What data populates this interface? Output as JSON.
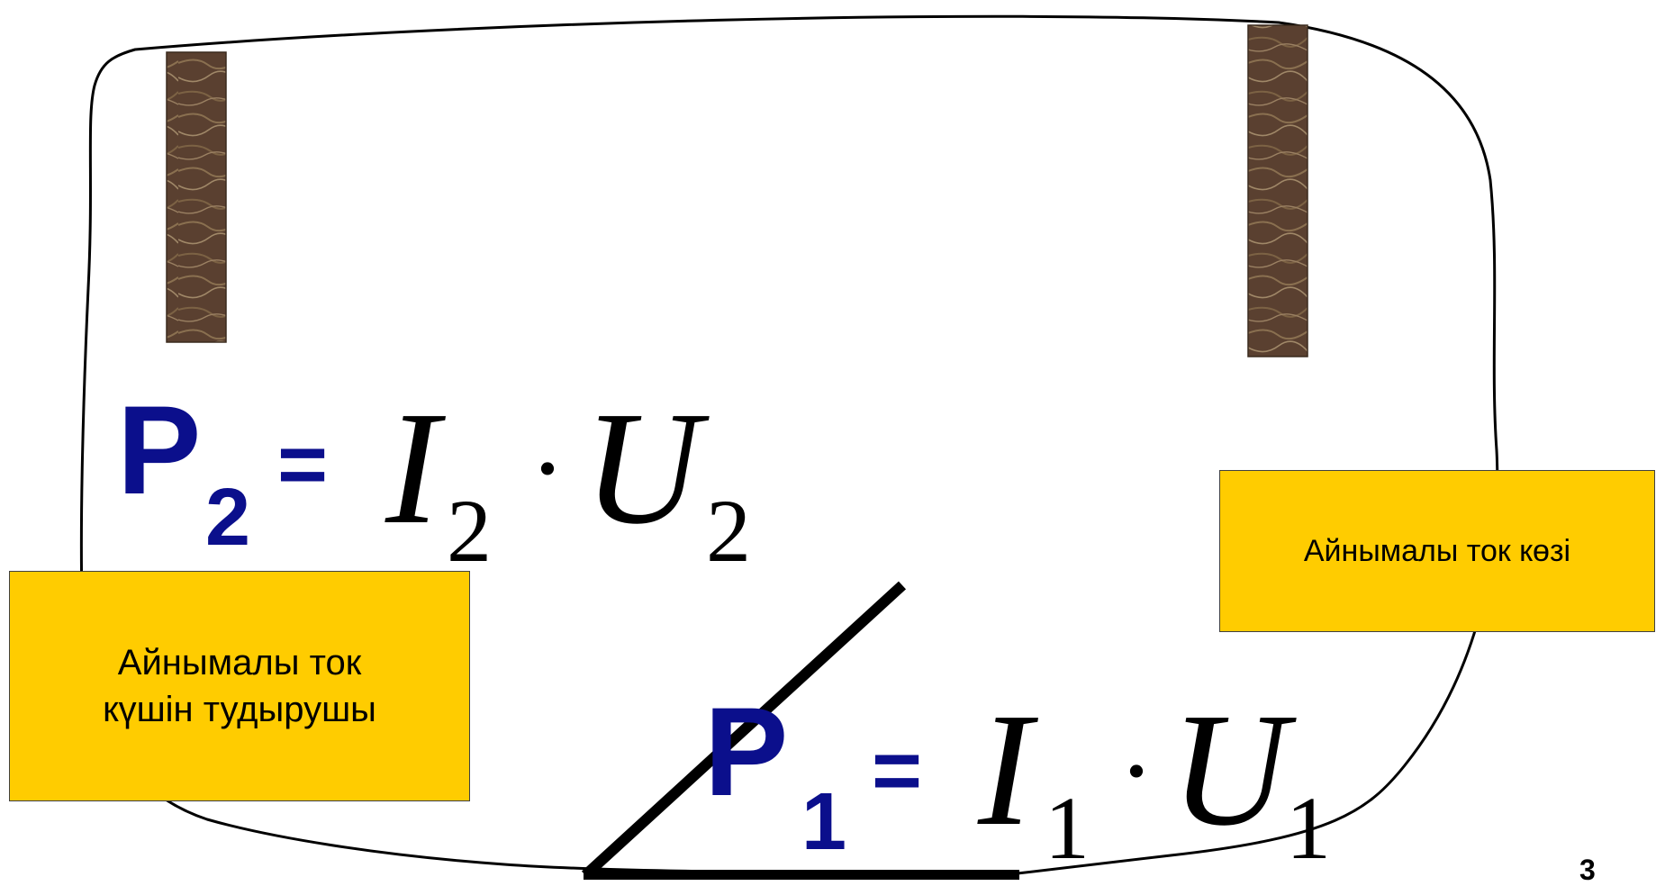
{
  "labels": {
    "left_box_line1": "Айнымалы ток",
    "left_box_line2": "күшін тудырушы",
    "right_box": "Айнымалы ток көзі"
  },
  "formula_upper": {
    "symbol": "P",
    "symbol_sub": "2",
    "equals": "=",
    "current": "I",
    "current_sub": "2",
    "dot": "·",
    "voltage": "U",
    "voltage_sub": "2"
  },
  "formula_lower": {
    "symbol": "P",
    "symbol_sub": "1",
    "equals": "=",
    "current": "I",
    "current_sub": "1",
    "dot": "·",
    "voltage": "U",
    "voltage_sub": "1"
  },
  "page_number": "3",
  "colors": {
    "box_fill": "#ffcc00",
    "formula_symbol": "#0b0f8c",
    "wire": "#000000",
    "core": "#5a4030"
  }
}
